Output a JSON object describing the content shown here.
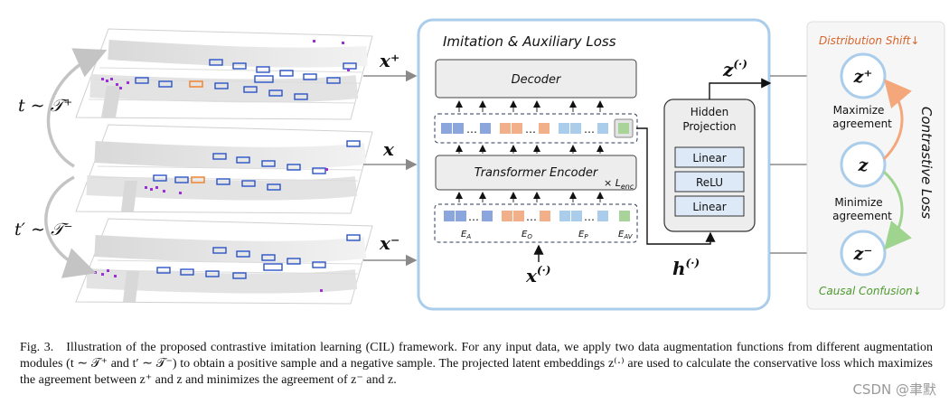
{
  "diagram": {
    "aug_pos_label": "t ∼ 𝒯⁺",
    "aug_neg_label": "t′ ∼ 𝒯⁻",
    "x_pos": "x⁺",
    "x": "x",
    "x_neg": "x⁻",
    "loss_title": "Imitation & Auxiliary Loss",
    "decoder_label": "Decoder",
    "encoder_label": "Transformer Encoder",
    "encoder_layers": "× L",
    "encoder_layers_sub": "enc",
    "embed_labels": [
      {
        "main": "E",
        "sub": "A"
      },
      {
        "main": "E",
        "sub": "O"
      },
      {
        "main": "E",
        "sub": "P"
      },
      {
        "main": "E",
        "sub": "AV"
      }
    ],
    "dots": "…",
    "input_label": "x",
    "input_sup": "(·)",
    "hidden_label": "h",
    "hidden_sup": "(·)",
    "z_label": "z",
    "z_sup": "(·)",
    "projection": {
      "title_line1": "Hidden",
      "title_line2": "Projection",
      "layers": [
        "Linear",
        "ReLU",
        "Linear"
      ]
    },
    "contrastive": {
      "shift_label": "Distribution Shift",
      "confusion_label": "Causal Confusion",
      "arrow_down": "↓",
      "z_pos": "z⁺",
      "z": "z",
      "z_neg": "z⁻",
      "maximize_line1": "Maximize",
      "maximize_line2": "agreement",
      "minimize_line1": "Minimize",
      "minimize_line2": "agreement",
      "side_label": "Contrastive Loss"
    },
    "colors": {
      "model_border": "#a9cdea",
      "blue_token": "#8aa6dc",
      "orange_token": "#f2b08a",
      "lightblue_token": "#a9cdeb",
      "green_token": "#a8d49a",
      "dark_blue_box": "#2a54c8",
      "orange_box": "#f08a3c",
      "purple_agent": "#9b30d9",
      "shift_orange": "#d9642a",
      "confusion_green": "#4d9a2e",
      "max_arrow": "#f4a77a",
      "min_arrow": "#9ed48e"
    }
  },
  "caption": {
    "label": "Fig. 3.",
    "text": "Illustration of the proposed contrastive imitation learning (CIL) framework. For any input data, we apply two data augmentation functions from different augmentation modules (t ∼ 𝒯⁺ and t′ ∼ 𝒯⁻) to obtain a positive sample and a negative sample. The projected latent embeddings z⁽·⁾ are used to calculate the conservative loss which maximizes the agreement between z⁺ and z and minimizes the agreement of z⁻ and z."
  },
  "watermark": "CSDN @聿默"
}
